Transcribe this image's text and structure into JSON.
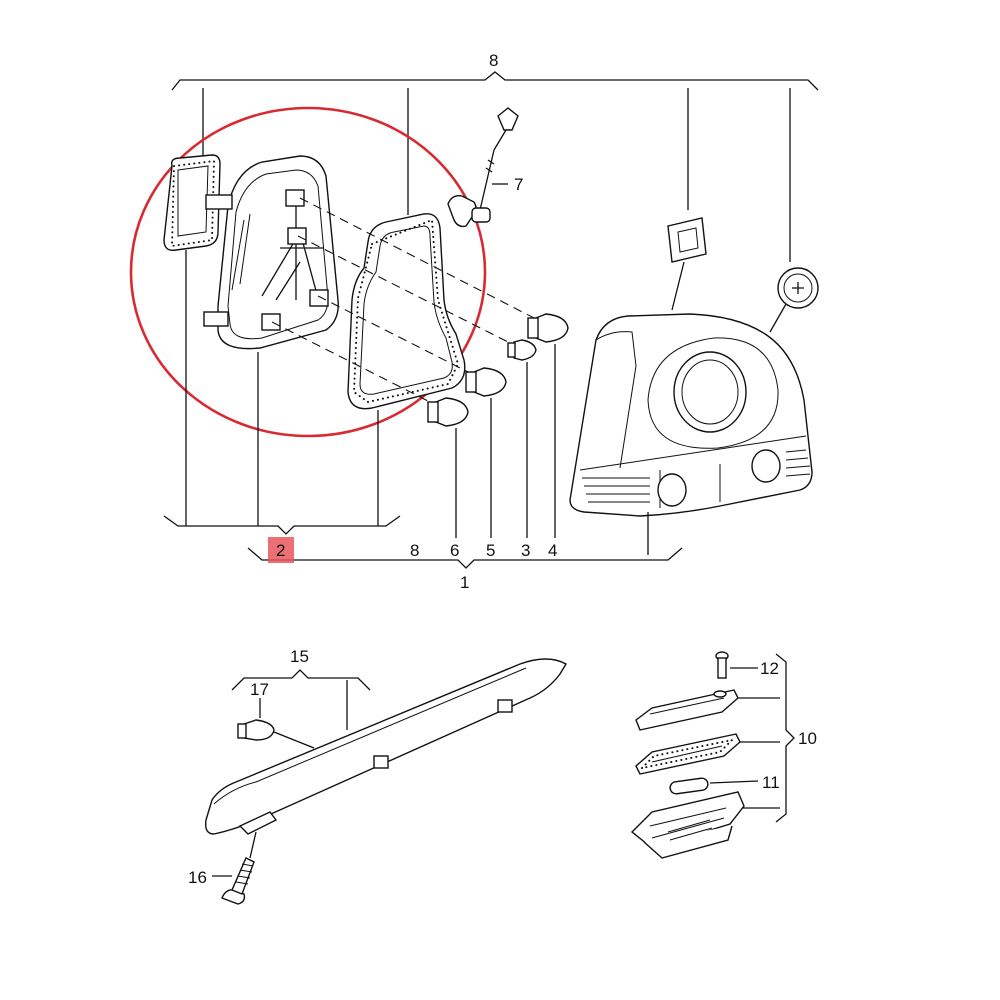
{
  "labels": {
    "l1": "1",
    "l2": "2",
    "l3": "3",
    "l4": "4",
    "l5": "5",
    "l6": "6",
    "l7": "7",
    "l8_top": "8",
    "l8_bottom": "8",
    "l10": "10",
    "l11": "11",
    "l12": "12",
    "l15": "15",
    "l16": "16",
    "l17": "17"
  },
  "colors": {
    "highlight_circle": "#d82a32",
    "highlight_box": "#e8565c"
  }
}
